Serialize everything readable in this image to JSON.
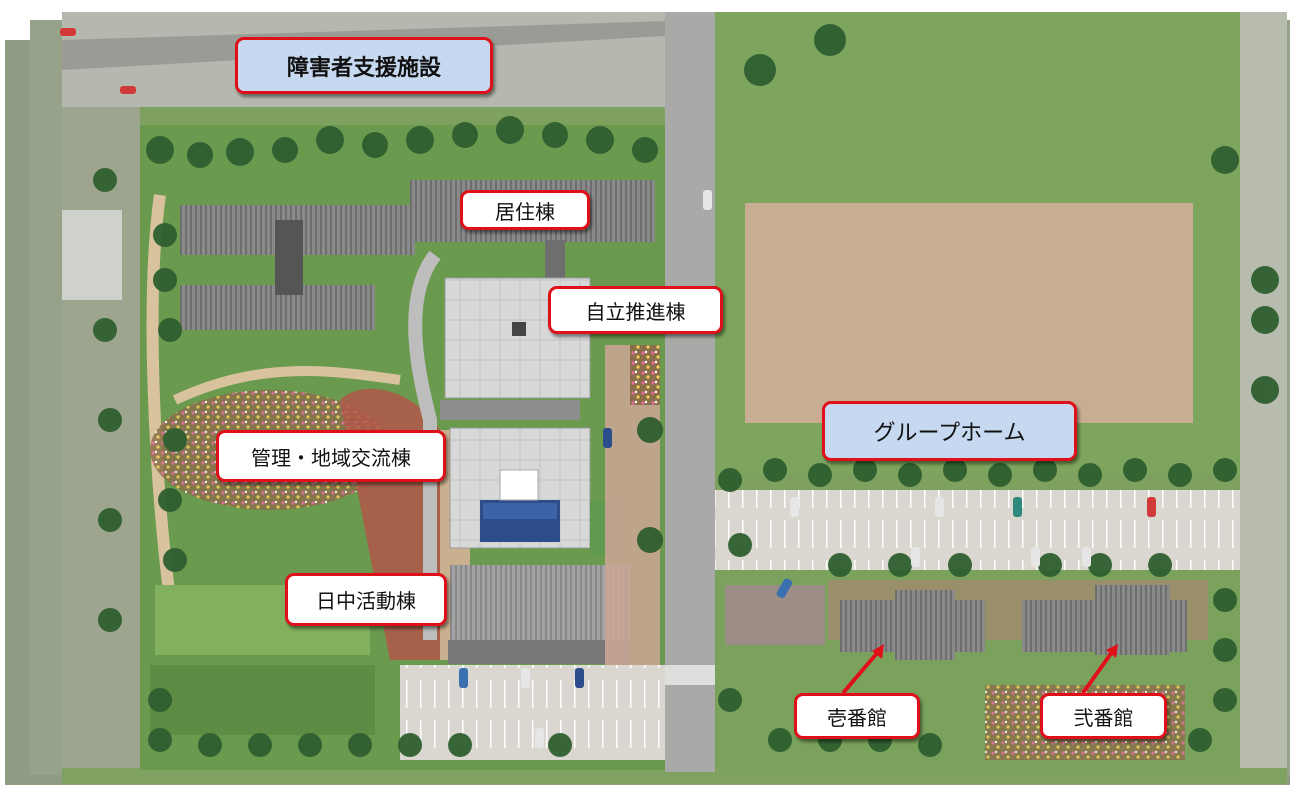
{
  "labels": {
    "facility": "障害者支援施設",
    "residence": "居住棟",
    "independence": "自立推進棟",
    "admin": "管理・地域交流棟",
    "daytime": "日中活動棟",
    "grouphome": "グループホーム",
    "house1": "壱番館",
    "house2": "弐番館"
  },
  "colors": {
    "label_border": "#e0101a",
    "label_blue_fill": "#c6d9f1",
    "grass": "#6d9a52",
    "dirt_field": "#c9ad93",
    "road": "#a9aaa7"
  }
}
